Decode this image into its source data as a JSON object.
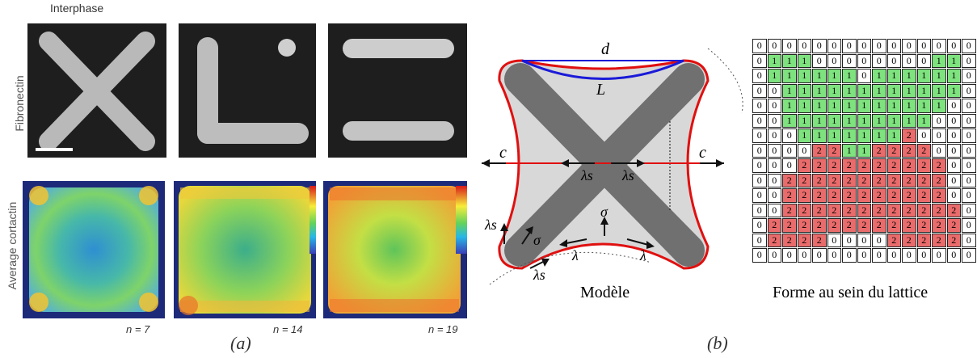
{
  "panel_a": {
    "top_label": "Interphase",
    "side_label_top": "Fibronectin",
    "side_label_bottom": "Average cortactin",
    "n_labels": [
      "n = 7",
      "n = 14",
      "n = 19"
    ],
    "caption": "(a)"
  },
  "panel_b": {
    "labels": {
      "d": "d",
      "L": "L",
      "c_left": "c",
      "c_right": "c",
      "lambda_s_1": "λs",
      "lambda_s_2": "λs",
      "lambda_s_3": "λs",
      "lambda_s_4": "λs",
      "sigma_1": "σ",
      "sigma_2": "σ",
      "lambda_1": "λ",
      "lambda_2": "λ"
    },
    "model_caption": "Modèle",
    "lattice_caption": "Forme au sein du lattice",
    "caption": "(b)",
    "lattice": [
      "000000000000000",
      "011100000000110",
      "011111101111110",
      "001111111111110",
      "001111111111100",
      "001111111111000",
      "000111111120000",
      "000022112222000",
      "000222222222200",
      "002222222222200",
      "002222222222200",
      "002222222222220",
      "022222222222220",
      "022220000222220",
      "000000000000000"
    ],
    "colors": {
      "zero": "#ffffff",
      "one": "#7ee27e",
      "two": "#ea6b6b",
      "outline": "#e01010",
      "arc": "#1a1ad8"
    }
  }
}
